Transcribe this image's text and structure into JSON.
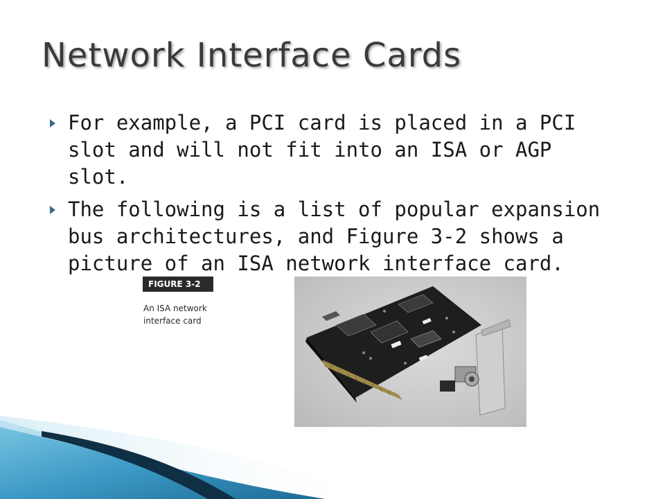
{
  "slide": {
    "title": "Network Interface Cards",
    "bullets": [
      "For example, a PCI card is placed in a PCI slot and will not fit into an ISA or AGP slot.",
      "The following is a list of popular expansion bus architectures, and Figure 3-2 shows a picture of an ISA network interface card."
    ]
  },
  "figure": {
    "label": "FIGURE 3-2",
    "caption": "An ISA network interface card"
  },
  "colors": {
    "bullet_marker": "#3a6c86",
    "wave_light": "#5cb3d6",
    "wave_dark": "#0f2f45"
  }
}
